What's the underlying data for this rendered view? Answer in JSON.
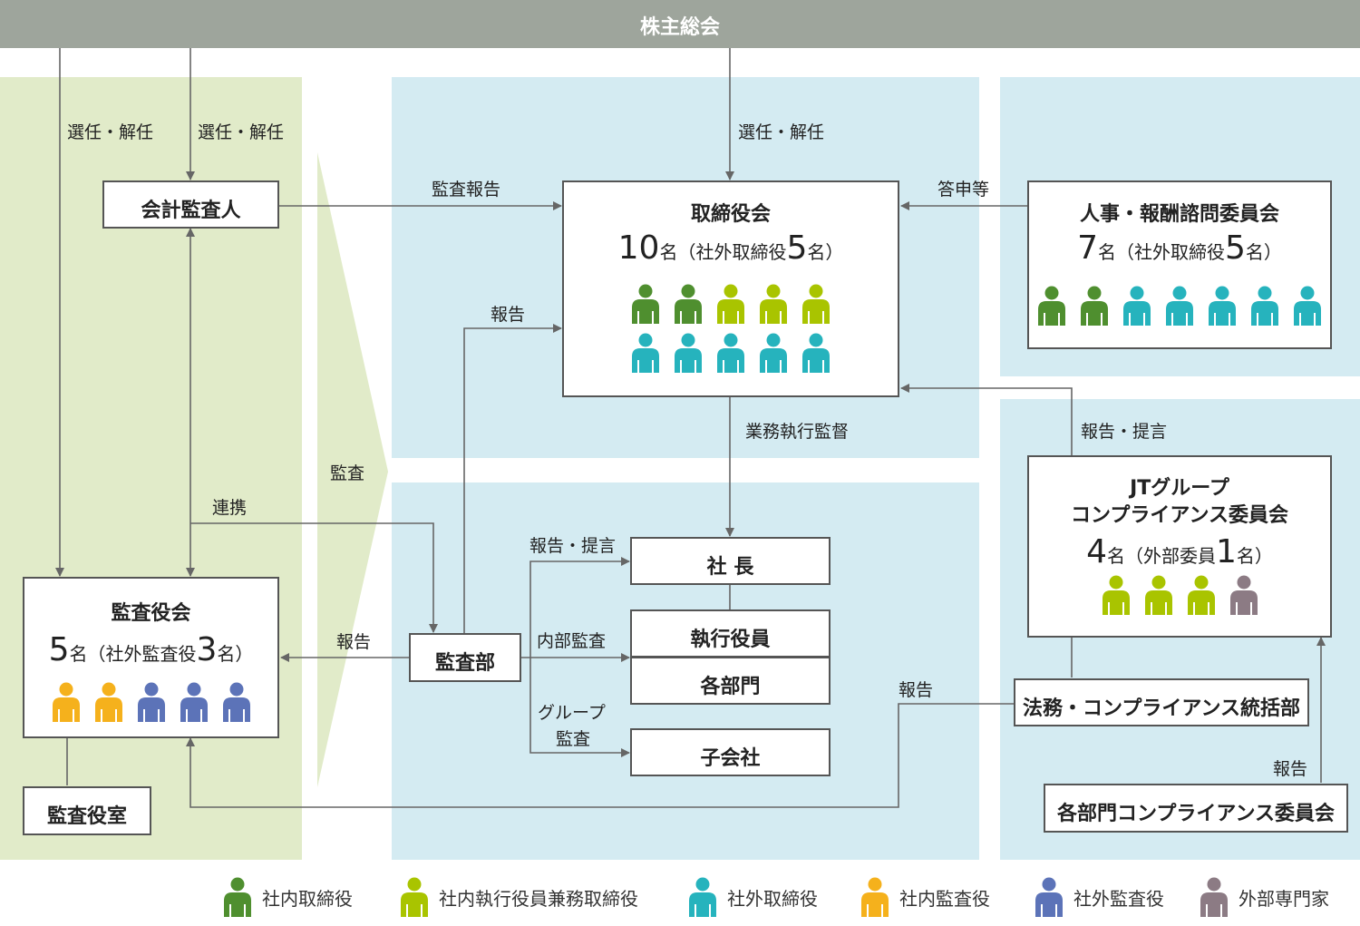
{
  "top_bar": {
    "label": "株主総会",
    "color": "#9ea59c"
  },
  "colors": {
    "left_region": "#e1ebc9",
    "blue_region": "#d4ebf2",
    "line": "#666666",
    "internal_director": "#4f8f2f",
    "internal_exec_director": "#a9c400",
    "external_director": "#26b3bd",
    "internal_auditor": "#f5b11c",
    "external_auditor": "#5c73b8",
    "external_expert": "#8c7b84"
  },
  "boxes": {
    "accounting_auditor": {
      "label": "会計監査人"
    },
    "board": {
      "label": "取締役会",
      "count": "10",
      "count_unit": "名",
      "paren_open": "（社外取締役",
      "sub_count": "5",
      "paren_close": "名）",
      "people_row1": [
        "internal_director",
        "internal_director",
        "internal_exec_director",
        "internal_exec_director",
        "internal_exec_director"
      ],
      "people_row2": [
        "external_director",
        "external_director",
        "external_director",
        "external_director",
        "external_director"
      ]
    },
    "advisory": {
      "label": "人事・報酬諮問委員会",
      "count": "7",
      "count_unit": "名",
      "paren_open": "（社外取締役",
      "sub_count": "5",
      "paren_close": "名）",
      "people": [
        "internal_director",
        "internal_director",
        "external_director",
        "external_director",
        "external_director",
        "external_director",
        "external_director"
      ]
    },
    "audit_board": {
      "label": "監査役会",
      "count": "5",
      "count_unit": "名",
      "paren_open": "（社外監査役",
      "sub_count": "3",
      "paren_close": "名）",
      "people": [
        "internal_auditor",
        "internal_auditor",
        "external_auditor",
        "external_auditor",
        "external_auditor"
      ]
    },
    "auditor_office": {
      "label": "監査役室"
    },
    "audit_dept": {
      "label": "監査部"
    },
    "president": {
      "label": "社 長"
    },
    "exec_officers": {
      "label": "執行役員"
    },
    "departments": {
      "label": "各部門"
    },
    "subsidiaries": {
      "label": "子会社"
    },
    "jt_committee": {
      "label_line1": "JTグループ",
      "label_line2": "コンプライアンス委員会",
      "count": "4",
      "count_unit": "名",
      "paren_open": "（外部委員",
      "sub_count": "1",
      "paren_close": "名）",
      "people": [
        "internal_exec_director",
        "internal_exec_director",
        "internal_exec_director",
        "external_expert"
      ]
    },
    "legal_dept": {
      "label": "法務・コンプライアンス統括部"
    },
    "dept_committee": {
      "label": "各部門コンプライアンス委員会"
    }
  },
  "labels": {
    "elect1": "選任・解任",
    "elect2": "選任・解任",
    "elect3": "選任・解任",
    "audit_report": "監査報告",
    "report_reply": "答申等",
    "report_board": "報告",
    "business_supervision": "業務執行監督",
    "audit": "監査",
    "cooperation": "連携",
    "report_recommend1": "報告・提言",
    "report_recommend2": "報告・提言",
    "report_audit_board": "報告",
    "internal_audit": "内部監査",
    "group_audit_line1": "グループ",
    "group_audit_line2": "監査",
    "report_legal": "報告",
    "report_dept": "報告"
  },
  "legend": [
    {
      "type": "internal_director",
      "label": "社内取締役"
    },
    {
      "type": "internal_exec_director",
      "label": "社内執行役員兼務取締役"
    },
    {
      "type": "external_director",
      "label": "社外取締役"
    },
    {
      "type": "internal_auditor",
      "label": "社内監査役"
    },
    {
      "type": "external_auditor",
      "label": "社外監査役"
    },
    {
      "type": "external_expert",
      "label": "外部専門家"
    }
  ]
}
